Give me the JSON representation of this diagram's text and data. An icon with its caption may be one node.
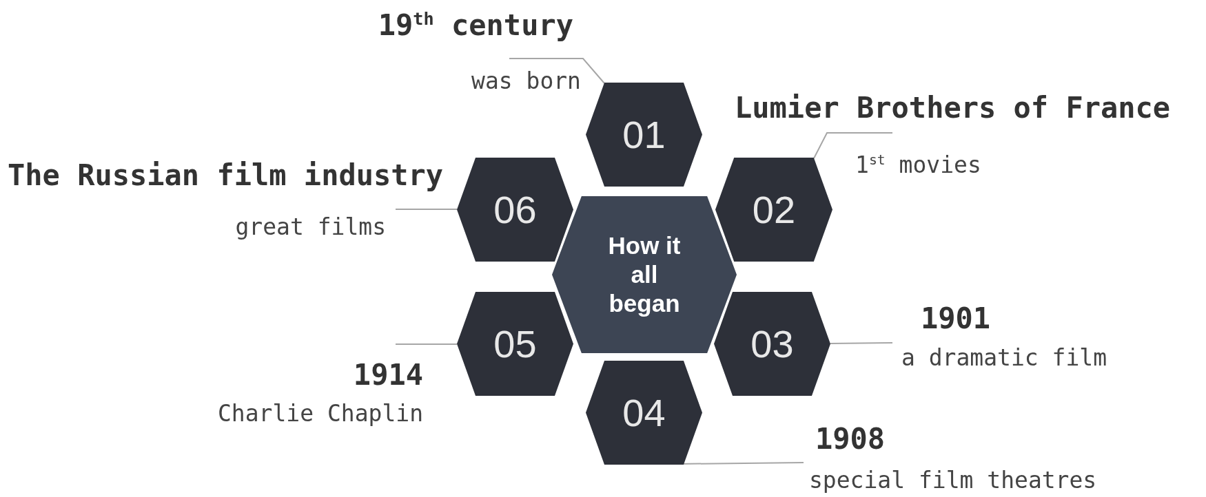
{
  "diagram": {
    "nodes": [
      {
        "text": [
          "How it all began"
        ]
      },
      {
        "text": [
          "01"
        ]
      },
      {
        "text": [
          "02"
        ]
      },
      {
        "text": [
          "03"
        ]
      },
      {
        "text": [
          "04"
        ]
      },
      {
        "text": [
          "05"
        ]
      },
      {
        "text": [
          "06"
        ]
      },
      {
        "text": [
          "19$^{th}$ century",
          "was born"
        ]
      },
      {
        "text": [
          "Lumier Brothers of France",
          "1$^{st}$ movies"
        ]
      },
      {
        "text": [
          "1901",
          "a dramatic film"
        ]
      },
      {
        "text": [
          "1908",
          "special film theatres"
        ]
      },
      {
        "text": [
          "1914",
          "Charlie Chaplin"
        ]
      },
      {
        "text": [
          "The Russian film industry",
          "great films"
        ]
      }
    ],
    "edges": [
      {
        "from": 7,
        "to": 1,
        "arrow": "none"
      },
      {
        "from": 8,
        "to": 2,
        "arrow": "none"
      },
      {
        "from": 9,
        "to": 3,
        "arrow": "none"
      },
      {
        "from": 10,
        "to": 4,
        "arrow": "none"
      },
      {
        "from": 11,
        "to": 5,
        "arrow": "none"
      },
      {
        "from": 12,
        "to": 6,
        "arrow": "none"
      }
    ]
  }
}
